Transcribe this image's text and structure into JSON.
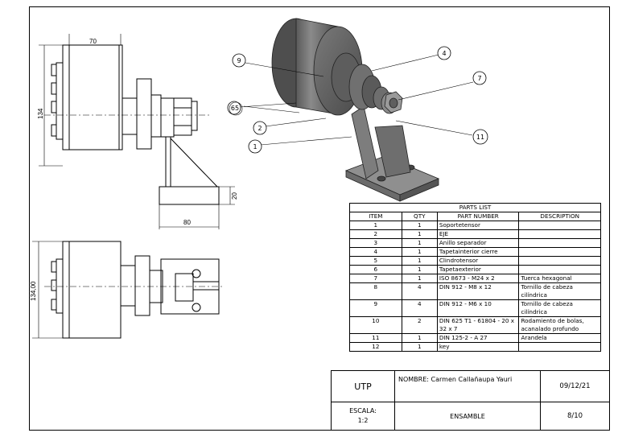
{
  "dimensions": {
    "width_70": "70",
    "height_134": "134",
    "len_80": "80",
    "thk_20": "20",
    "height_134_lower": "134,00"
  },
  "balloons": [
    "9",
    "4",
    "7",
    "65",
    "2",
    "1",
    "11"
  ],
  "parts_list": {
    "title": "PARTS LIST",
    "headers": [
      "ITEM",
      "QTY",
      "PART NUMBER",
      "DESCRIPTION"
    ],
    "rows": [
      {
        "item": "1",
        "qty": "1",
        "part": "Soportetensor",
        "desc": ""
      },
      {
        "item": "2",
        "qty": "1",
        "part": "EJE",
        "desc": ""
      },
      {
        "item": "3",
        "qty": "1",
        "part": "Anillo separador",
        "desc": ""
      },
      {
        "item": "4",
        "qty": "1",
        "part": "Tapetainterior cierre",
        "desc": ""
      },
      {
        "item": "5",
        "qty": "1",
        "part": "Clindrotensor",
        "desc": ""
      },
      {
        "item": "6",
        "qty": "1",
        "part": "Tapetaexterior",
        "desc": ""
      },
      {
        "item": "7",
        "qty": "1",
        "part": "ISO 8673 - M24 x 2",
        "desc": "Tuerca hexagonal"
      },
      {
        "item": "8",
        "qty": "4",
        "part": "DIN 912 - M8 x 12",
        "desc": "Tornillo de cabeza cilíndrica"
      },
      {
        "item": "9",
        "qty": "4",
        "part": "DIN 912 - M6 x 10",
        "desc": "Tornillo de cabeza cilíndrica"
      },
      {
        "item": "10",
        "qty": "2",
        "part": "DIN 625 T1 - 61804 - 20 x 32 x 7",
        "desc": "Rodamiento de bolas, acanalado profundo"
      },
      {
        "item": "11",
        "qty": "1",
        "part": "DIN 125-2 - A 27",
        "desc": "Arandela"
      },
      {
        "item": "12",
        "qty": "1",
        "part": "key",
        "desc": ""
      }
    ]
  },
  "title_block": {
    "institution": "UTP",
    "name": "NOMBRE: Carmen Callañaupa Yauri",
    "date": "09/12/21",
    "scale_label": "ESCALA:",
    "scale": "1:2",
    "drawing_title": "ENSAMBLE",
    "sheet": "8/10"
  }
}
